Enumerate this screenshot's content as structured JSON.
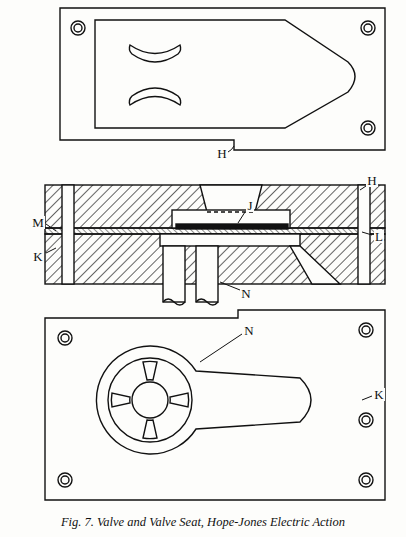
{
  "diagram": {
    "caption": "Fig. 7. Valve and Valve Seat, Hope-Jones Electric Action",
    "labels": [
      "H",
      "H",
      "J",
      "M",
      "L",
      "K",
      "N",
      "N",
      "K"
    ]
  }
}
